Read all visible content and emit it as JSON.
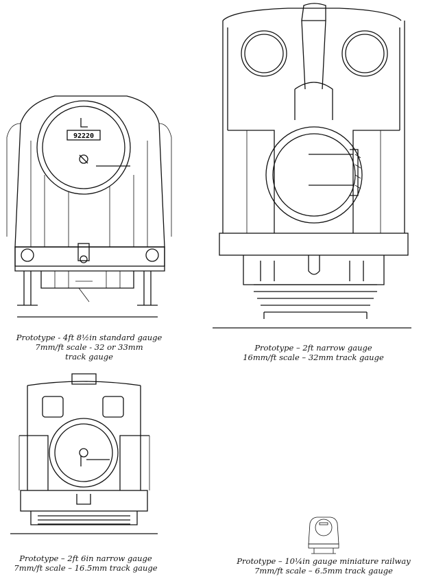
{
  "figures": [
    {
      "id": "standard-gauge",
      "number_plate": "92220",
      "caption": [
        "Prototype - 4ft 8½in standard gauge",
        "7mm/ft scale - 32 or 33mm",
        "track gauge"
      ]
    },
    {
      "id": "two-ft-narrow",
      "caption": [
        "Prototype – 2ft narrow gauge",
        "16mm/ft scale – 32mm track gauge"
      ]
    },
    {
      "id": "two-ft-six-narrow",
      "caption": [
        "Prototype – 2ft 6in narrow gauge",
        "7mm/ft scale – 16.5mm track gauge"
      ]
    },
    {
      "id": "miniature",
      "caption": [
        "Prototype – 10¼in gauge miniature railway",
        "7mm/ft scale – 6.5mm track gauge"
      ]
    }
  ]
}
